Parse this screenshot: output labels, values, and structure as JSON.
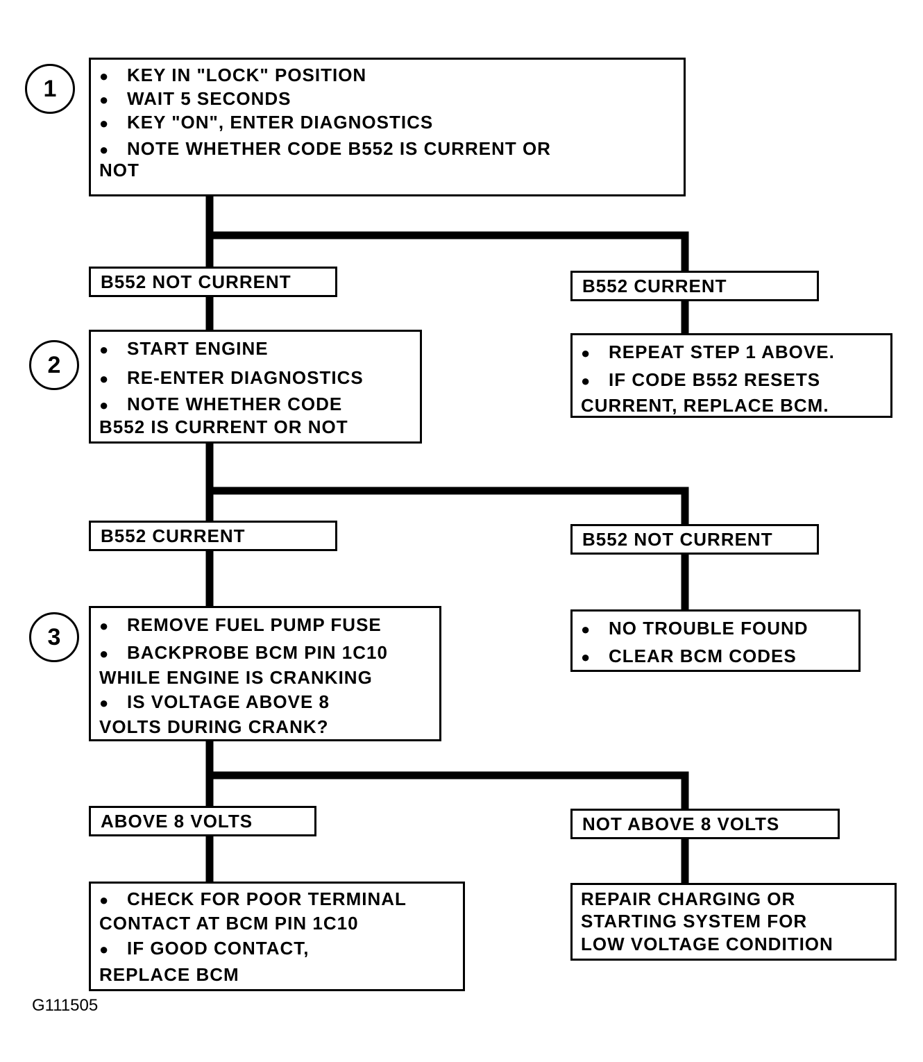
{
  "steps": [
    "1",
    "2",
    "3"
  ],
  "box1": {
    "lines": [
      "KEY IN \"LOCK\" POSITION",
      "WAIT 5 SECONDS",
      "KEY \"ON\", ENTER DIAGNOSTICS",
      "NOTE WHETHER CODE B552 IS CURRENT OR"
    ],
    "cont": "NOT"
  },
  "labels": {
    "b552_not_current_1": "B552 NOT CURRENT",
    "b552_current_1": "B552 CURRENT",
    "b552_current_2": "B552 CURRENT",
    "b552_not_current_2": "B552 NOT CURRENT",
    "above_8": "ABOVE 8 VOLTS",
    "not_above_8": "NOT ABOVE 8 VOLTS"
  },
  "box_repeat": {
    "line1": "REPEAT STEP 1 ABOVE.",
    "line2": "IF CODE B552 RESETS",
    "line3": "CURRENT, REPLACE BCM."
  },
  "box2": {
    "line1": "START ENGINE",
    "line2": "RE-ENTER DIAGNOSTICS",
    "line3": "NOTE WHETHER CODE",
    "line4": "B552 IS CURRENT OR NOT"
  },
  "box_no_trouble": {
    "line1": "NO TROUBLE FOUND",
    "line2": "CLEAR BCM CODES"
  },
  "box3": {
    "line1": "REMOVE FUEL PUMP FUSE",
    "line2": "BACKPROBE BCM PIN 1C10",
    "line3": "WHILE ENGINE IS CRANKING",
    "line4": "IS VOLTAGE ABOVE 8",
    "line5": "VOLTS DURING CRANK?"
  },
  "box_check": {
    "line1": "CHECK FOR POOR TERMINAL",
    "line2": "CONTACT AT BCM PIN 1C10",
    "line3": "IF GOOD CONTACT,",
    "line4": "REPLACE BCM"
  },
  "box_repair": {
    "line1": "REPAIR CHARGING OR",
    "line2": "STARTING SYSTEM FOR",
    "line3": "LOW VOLTAGE CONDITION"
  },
  "figure_id": "G111505"
}
